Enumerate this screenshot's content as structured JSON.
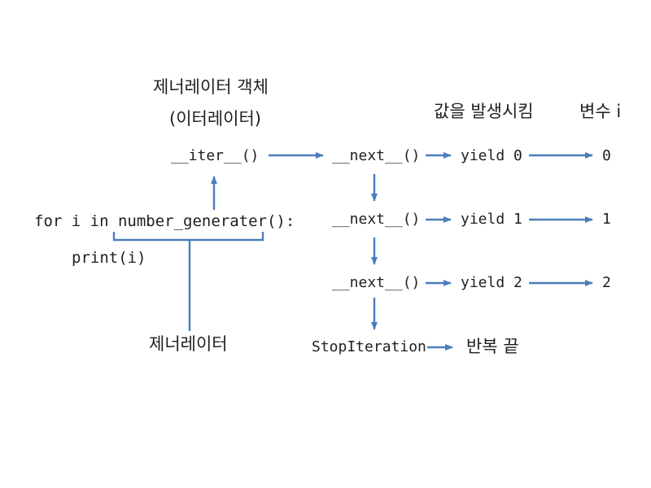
{
  "colors": {
    "arrow": "#4a7ebb",
    "text": "#1f1f1f"
  },
  "generator_object": {
    "title": "제너레이터 객체",
    "subtitle": "(이터레이터)",
    "iter_label": "__iter__()"
  },
  "headers": {
    "value_generated": "값을 발생시킴",
    "variable_i": "변수 i"
  },
  "iterations": [
    {
      "call": "__next__()",
      "yield_label": "yield 0",
      "value": "0"
    },
    {
      "call": "__next__()",
      "yield_label": "yield 1",
      "value": "1"
    },
    {
      "call": "__next__()",
      "yield_label": "yield 2",
      "value": "2"
    }
  ],
  "termination": {
    "exception": "StopIteration",
    "result": "반복 끝"
  },
  "code": {
    "line1": "for i in number_generater():",
    "line2": "print(i)"
  },
  "generator_label": "제너레이터"
}
